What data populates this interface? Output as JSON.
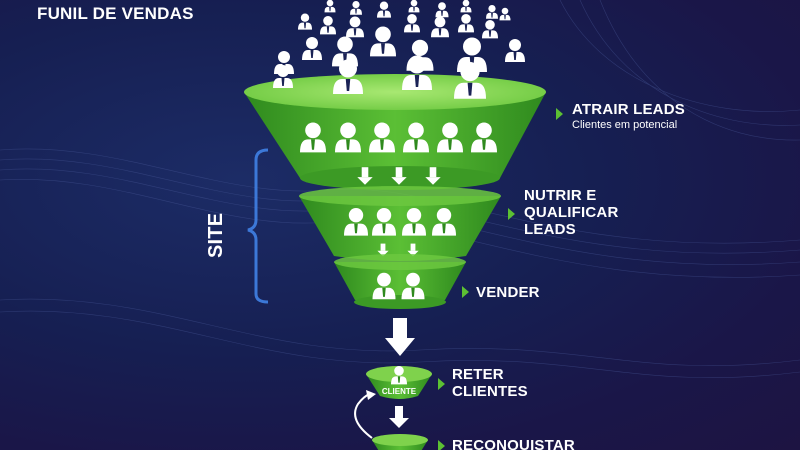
{
  "title": "FUNIL DE VENDAS",
  "side_label": "SITE",
  "stages": {
    "attract": {
      "title": "ATRAIR LEADS",
      "subtitle": "Clientes em potencial"
    },
    "nurture": {
      "line1": "NUTRIR E",
      "line2": "QUALIFICAR",
      "line3": "LEADS"
    },
    "sell": {
      "title": "VENDER"
    },
    "retain": {
      "line1": "RETER",
      "line2": "CLIENTES",
      "bowl_label": "CLIENTE"
    },
    "reconquer": {
      "title": "RECONQUISTAR"
    }
  },
  "colors": {
    "funnel_green": "#4fae2e",
    "funnel_light": "#8fd85a",
    "accent_triangle": "#5cc033",
    "bracket_blue": "#3c78d8",
    "background": "#161f52"
  },
  "icons": [
    "person-icon",
    "down-arrow-icon",
    "loop-arrow-icon"
  ]
}
